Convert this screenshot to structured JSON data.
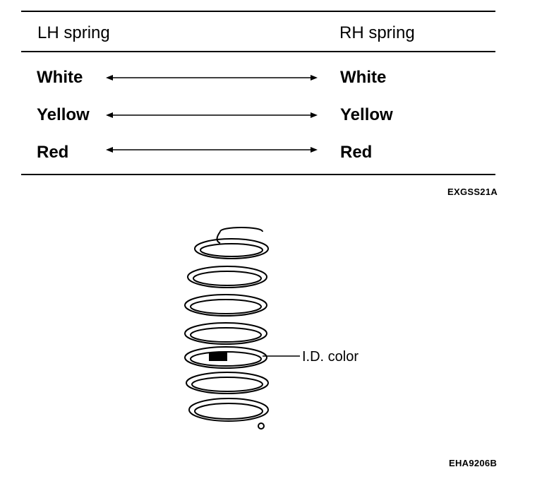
{
  "table": {
    "headers": {
      "left": "LH spring",
      "right": "RH spring"
    },
    "rows": [
      {
        "left": "White",
        "right": "White"
      },
      {
        "left": "Yellow",
        "right": "Yellow"
      },
      {
        "left": "Red",
        "right": "Red"
      }
    ],
    "figure_code": "EXGSS21A"
  },
  "illustration": {
    "icon": "coil-spring-icon",
    "callout_label": "I.D. color",
    "figure_code": "EHA9206B"
  }
}
